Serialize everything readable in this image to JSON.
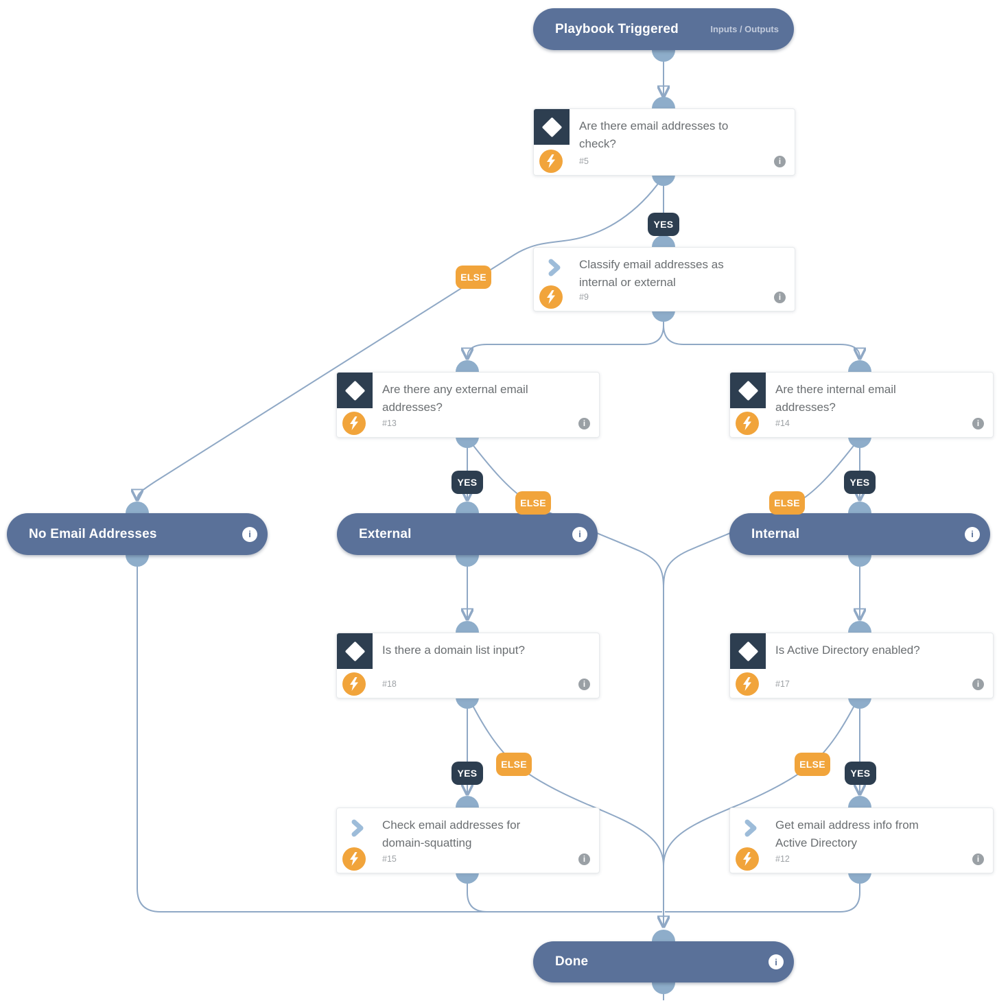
{
  "colors": {
    "section_pill": "#5a7199",
    "condition_navy": "#2d3e50",
    "else_orange": "#f1a43b",
    "edge_line": "#8fa8c5",
    "connector_dot": "#8eadca",
    "card_text": "#6a6e71"
  },
  "icons": {
    "info_glyph": "i"
  },
  "labels": {
    "yes": "YES",
    "else": "ELSE"
  },
  "start": {
    "title": "Playbook Triggered",
    "io_label": "Inputs / Outputs"
  },
  "nodes": {
    "n5": {
      "num": "#5",
      "title": "Are there email addresses to check?",
      "type": "condition"
    },
    "n9": {
      "num": "#9",
      "title": "Classify email addresses as internal or external",
      "type": "action"
    },
    "n13": {
      "num": "#13",
      "title": "Are there any external email addresses?",
      "type": "condition"
    },
    "n14": {
      "num": "#14",
      "title": "Are there internal email addresses?",
      "type": "condition"
    },
    "n18": {
      "num": "#18",
      "title": "Is there a domain list input?",
      "type": "condition"
    },
    "n17": {
      "num": "#17",
      "title": "Is Active Directory enabled?",
      "type": "condition"
    },
    "n15": {
      "num": "#15",
      "title": "Check email addresses for domain-squatting",
      "type": "action"
    },
    "n12": {
      "num": "#12",
      "title": "Get email address info from Active Directory",
      "type": "action"
    }
  },
  "sections": {
    "no_email": {
      "title": "No Email Addresses"
    },
    "external": {
      "title": "External"
    },
    "internal": {
      "title": "Internal"
    },
    "done": {
      "title": "Done"
    }
  }
}
